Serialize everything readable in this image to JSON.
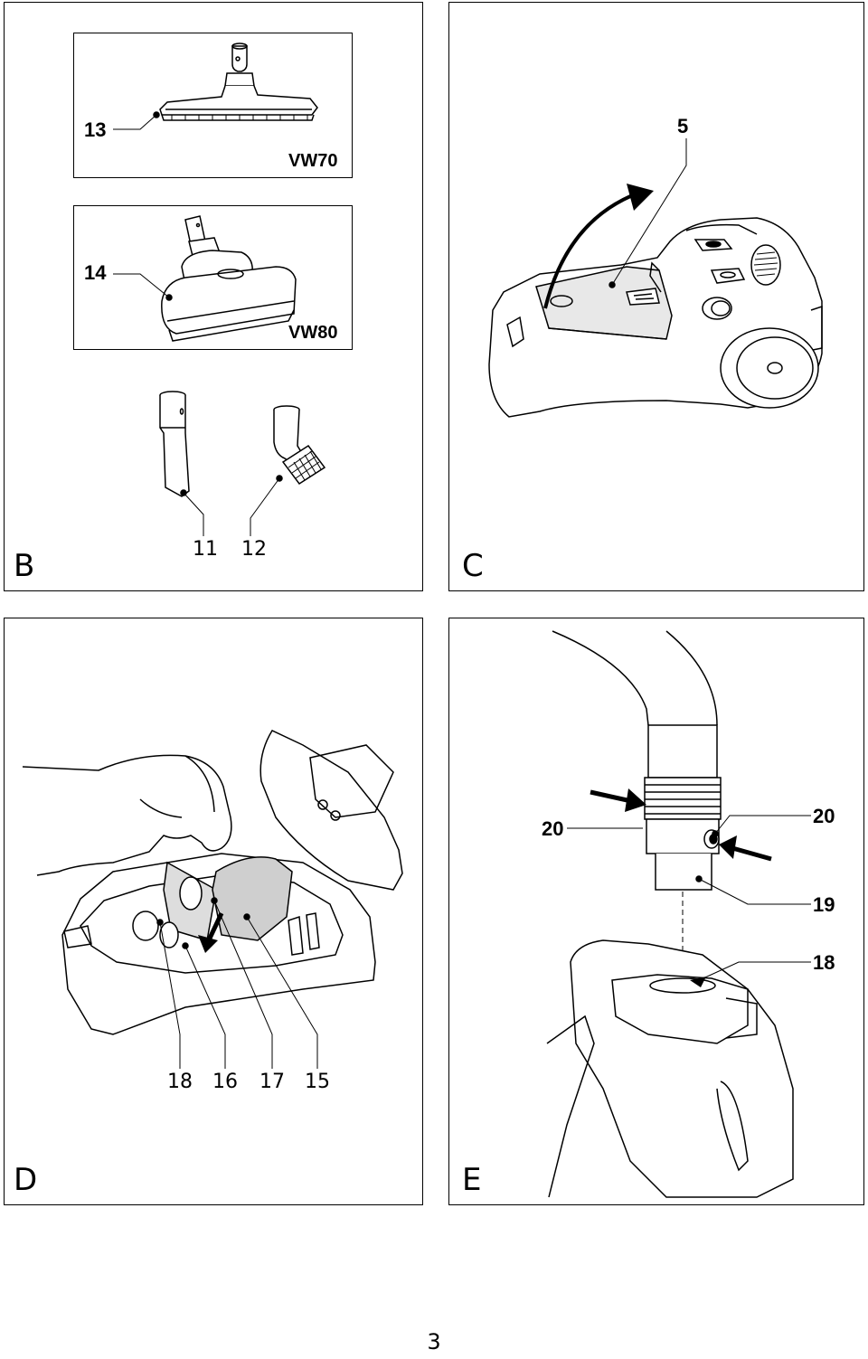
{
  "panels": {
    "b": {
      "letter": "B",
      "inset_top": {
        "model": "VW70",
        "part": "13"
      },
      "inset_bottom": {
        "model": "VW80",
        "part": "14"
      },
      "tools": [
        "11",
        "12"
      ]
    },
    "c": {
      "letter": "C",
      "part": "5"
    },
    "d": {
      "letter": "D",
      "parts": [
        "18",
        "16",
        "17",
        "15"
      ]
    },
    "e": {
      "letter": "E",
      "part_left": "20",
      "part_right": "20",
      "part_pipe": "19",
      "part_inlet": "18"
    }
  },
  "page_number": "3"
}
